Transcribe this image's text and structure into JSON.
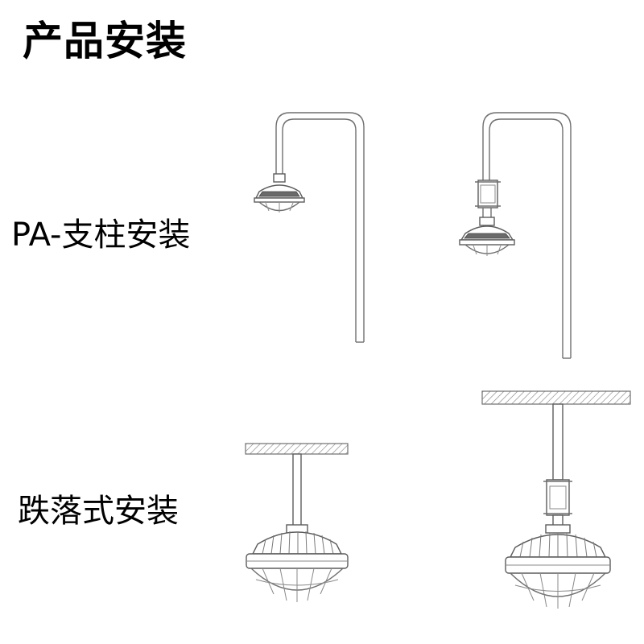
{
  "title": "产品安装",
  "labels": {
    "pole_mount": "PA-支柱安装",
    "drop_mount": "跌落式安装"
  },
  "colors": {
    "text": "#000000",
    "line": "#6f6f6f",
    "background": "#ffffff"
  }
}
